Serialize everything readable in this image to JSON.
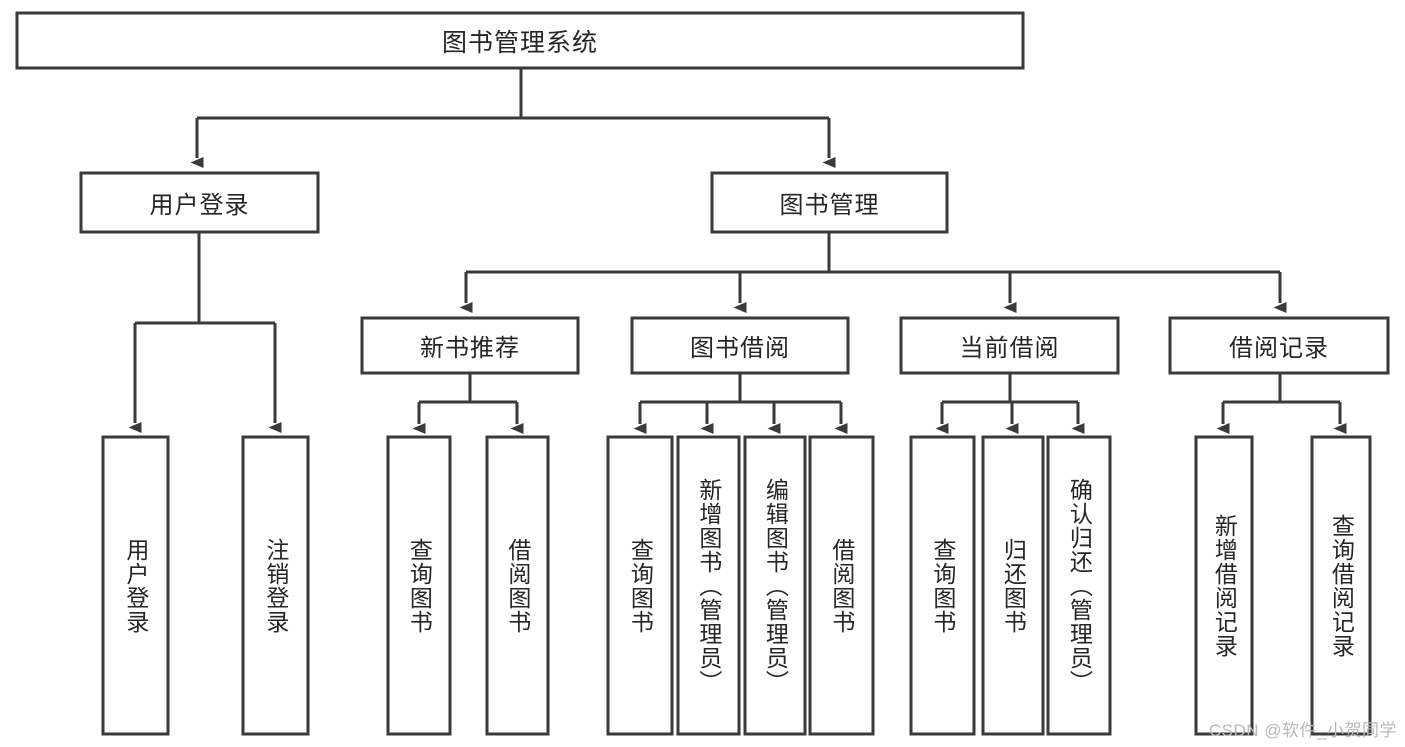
{
  "diagram": {
    "type": "tree",
    "orientation": "top-down",
    "title": "图书管理系统",
    "watermark": "CSDN @软件_小贺同学",
    "colors": {
      "background": "#ffffff",
      "box_fill": "#ffffff",
      "box_stroke": "#3a3a3a",
      "connector": "#3a3a3a",
      "text": "#262626",
      "watermark": "#b9b9b9"
    },
    "levels": [
      {
        "level": 0,
        "nodes": [
          {
            "id": "root",
            "label": "图书管理系统",
            "text_orientation": "horizontal"
          }
        ]
      },
      {
        "level": 1,
        "nodes": [
          {
            "id": "user-login",
            "label": "用户登录",
            "text_orientation": "horizontal",
            "parent": "root"
          },
          {
            "id": "book-manage",
            "label": "图书管理",
            "text_orientation": "horizontal",
            "parent": "root"
          }
        ]
      },
      {
        "level": 2,
        "nodes": [
          {
            "id": "new-book-rec",
            "label": "新书推荐",
            "text_orientation": "horizontal",
            "parent": "book-manage"
          },
          {
            "id": "book-borrow",
            "label": "图书借阅",
            "text_orientation": "horizontal",
            "parent": "book-manage"
          },
          {
            "id": "current-borrow",
            "label": "当前借阅",
            "text_orientation": "horizontal",
            "parent": "book-manage"
          },
          {
            "id": "borrow-record",
            "label": "借阅记录",
            "text_orientation": "horizontal",
            "parent": "book-manage"
          }
        ]
      },
      {
        "level": 3,
        "nodes": [
          {
            "id": "leaf-1",
            "label": "用户登录",
            "text_orientation": "vertical",
            "parent": "user-login"
          },
          {
            "id": "leaf-2",
            "label": "注销登录",
            "text_orientation": "vertical",
            "parent": "user-login"
          },
          {
            "id": "leaf-3",
            "label": "查询图书",
            "text_orientation": "vertical",
            "parent": "new-book-rec"
          },
          {
            "id": "leaf-4",
            "label": "借阅图书",
            "text_orientation": "vertical",
            "parent": "new-book-rec"
          },
          {
            "id": "leaf-5",
            "label": "查询图书",
            "text_orientation": "vertical",
            "parent": "book-borrow"
          },
          {
            "id": "leaf-6",
            "label": "新增图书（管理员）",
            "text_orientation": "vertical",
            "parent": "book-borrow"
          },
          {
            "id": "leaf-7",
            "label": "编辑图书（管理员）",
            "text_orientation": "vertical",
            "parent": "book-borrow"
          },
          {
            "id": "leaf-8",
            "label": "借阅图书",
            "text_orientation": "vertical",
            "parent": "book-borrow"
          },
          {
            "id": "leaf-9",
            "label": "查询图书",
            "text_orientation": "vertical",
            "parent": "current-borrow"
          },
          {
            "id": "leaf-10",
            "label": "归还图书",
            "text_orientation": "vertical",
            "parent": "current-borrow"
          },
          {
            "id": "leaf-11",
            "label": "确认归还（管理员）",
            "text_orientation": "vertical",
            "parent": "current-borrow"
          },
          {
            "id": "leaf-12",
            "label": "新增借阅记录",
            "text_orientation": "vertical",
            "parent": "borrow-record"
          },
          {
            "id": "leaf-13",
            "label": "查询借阅记录",
            "text_orientation": "vertical",
            "parent": "borrow-record"
          }
        ]
      }
    ]
  }
}
